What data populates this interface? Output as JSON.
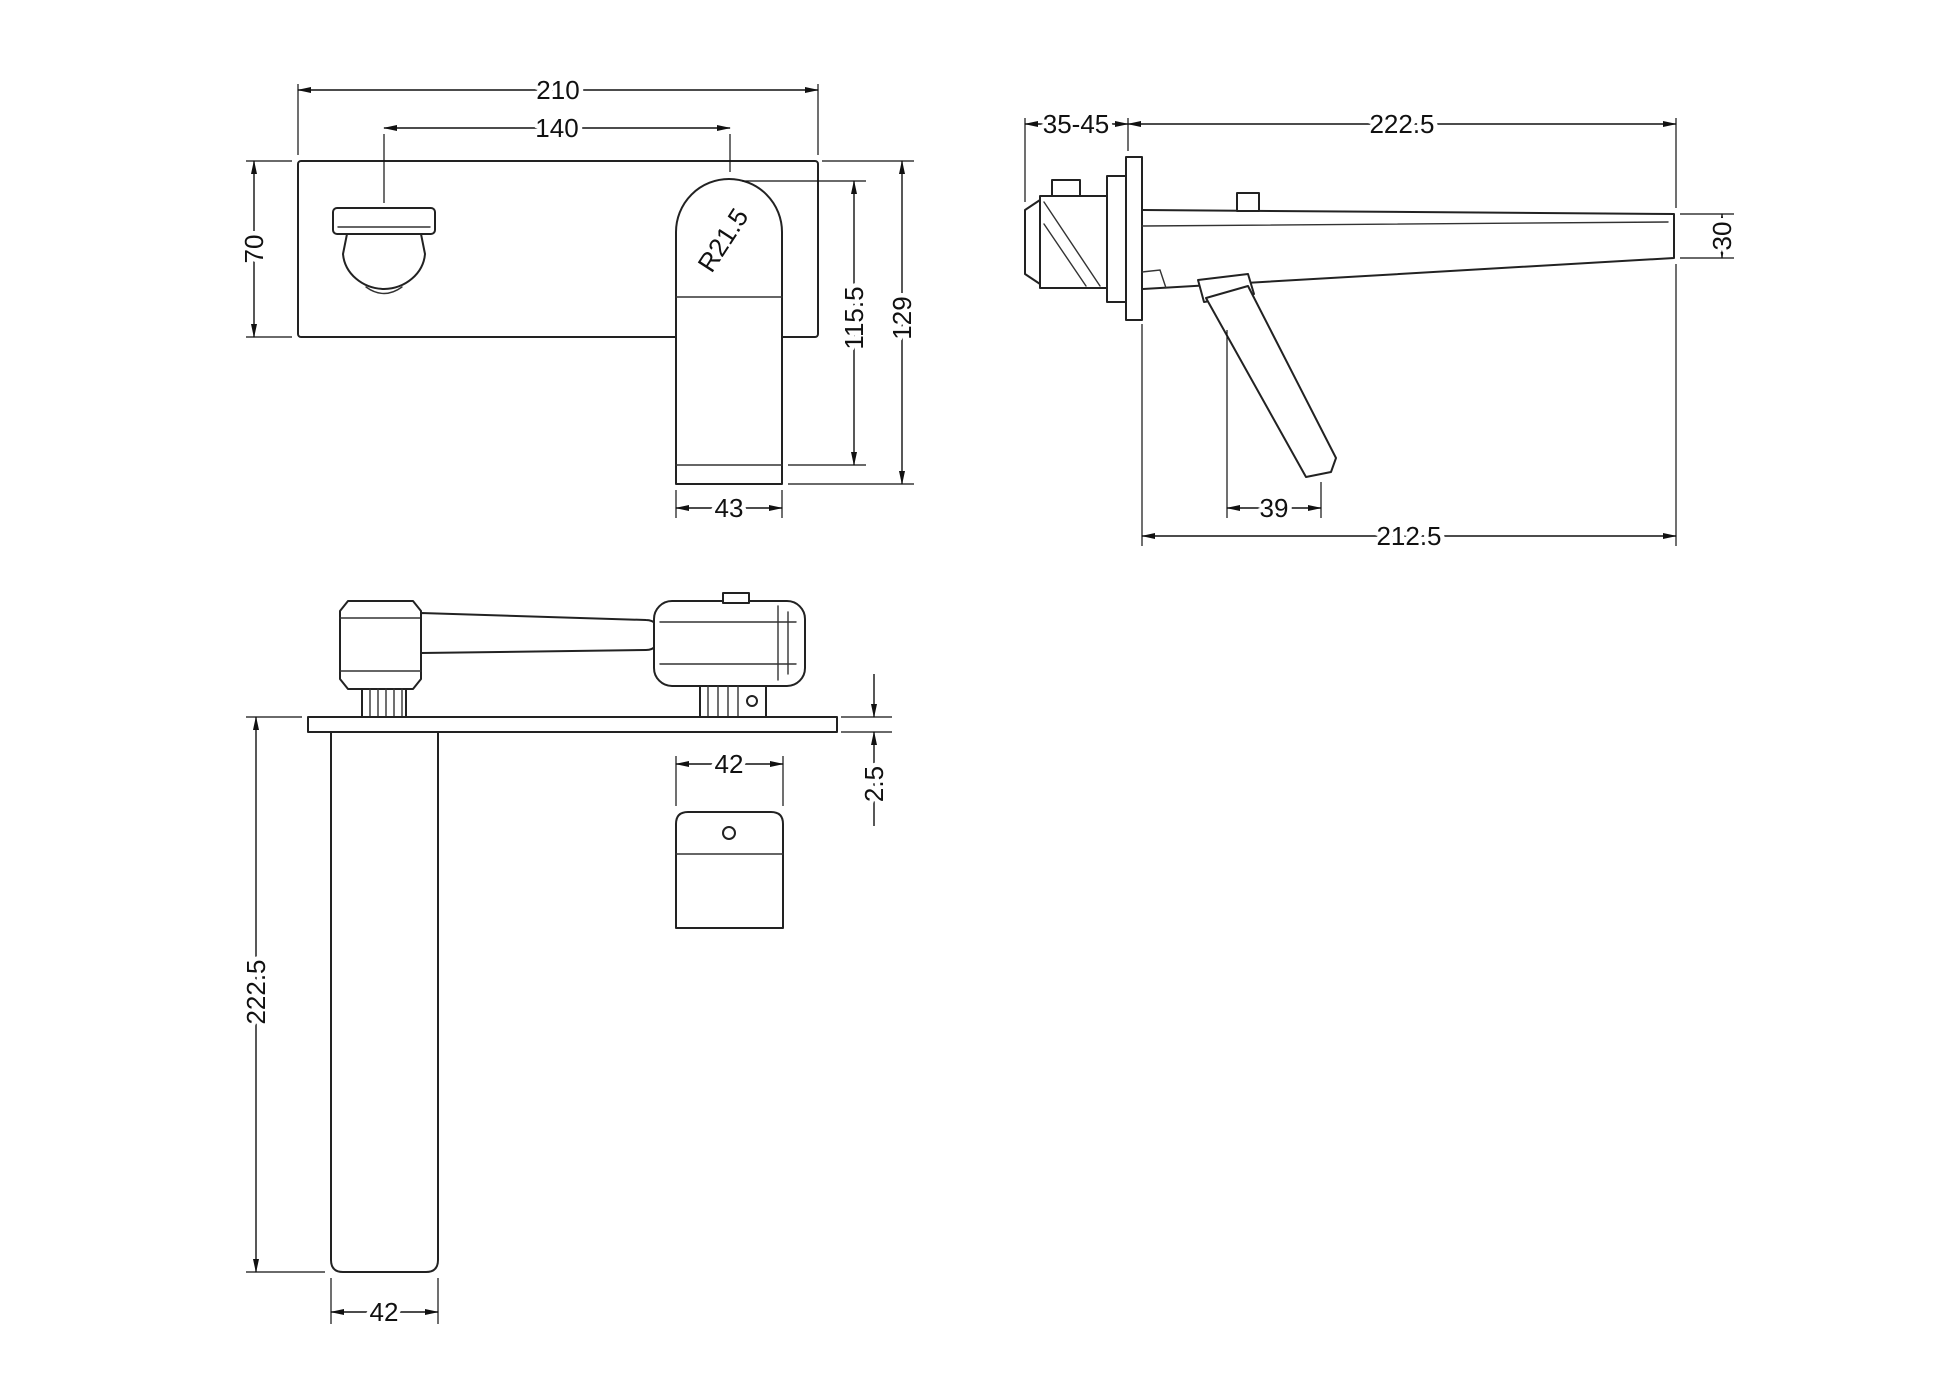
{
  "dims": {
    "front": {
      "overall_width": "210",
      "hole_centres": "140",
      "plate_height": "70",
      "spout_radius": "R21.5",
      "spout_height": "115.5",
      "overall_height": "129",
      "spout_width": "43"
    },
    "side": {
      "wall_depth_range": "35-45",
      "spout_reach": "222.5",
      "spout_tip_height": "30",
      "lever_offset": "39",
      "projection": "212.5"
    },
    "plan": {
      "plate_thickness": "2.5",
      "body_width": "42",
      "spout_reach": "222.5",
      "spout_width": "42"
    }
  }
}
